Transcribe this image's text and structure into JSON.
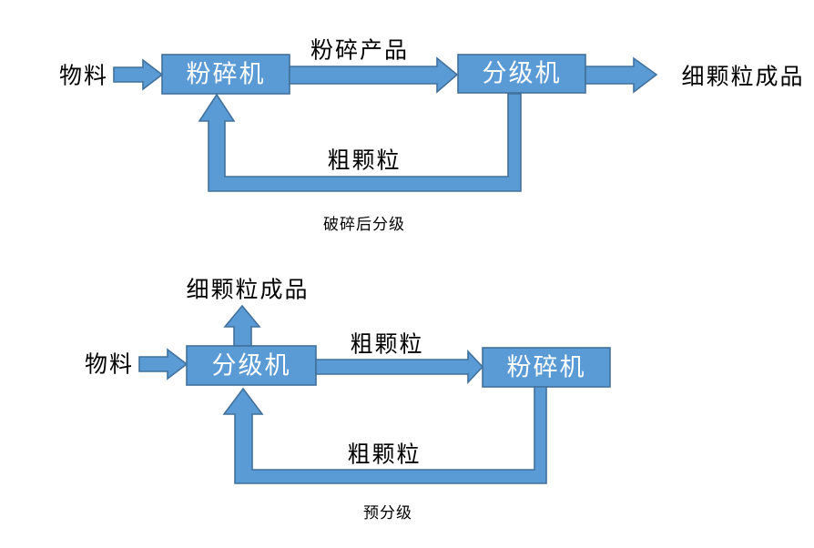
{
  "colors": {
    "background": "#ffffff",
    "shape_fill": "#5b9bd5",
    "shape_border": "#41719c",
    "box_label_text": "#ffffff",
    "label_text": "#000000"
  },
  "top_diagram": {
    "caption": "破碎后分级",
    "material_label": "物料",
    "crusher_box_label": "粉碎机",
    "product_arrow_label": "粉碎产品",
    "classifier_box_label": "分级机",
    "output_label": "细颗粒成品",
    "recycle_arrow_label": "粗颗粒"
  },
  "bottom_diagram": {
    "caption": "预分级",
    "material_label": "物料",
    "classifier_box_label": "分级机",
    "coarse_arrow_label": "粗颗粒",
    "crusher_box_label": "粉碎机",
    "output_label": "细颗粒成品",
    "recycle_arrow_label": "粗颗粒"
  }
}
